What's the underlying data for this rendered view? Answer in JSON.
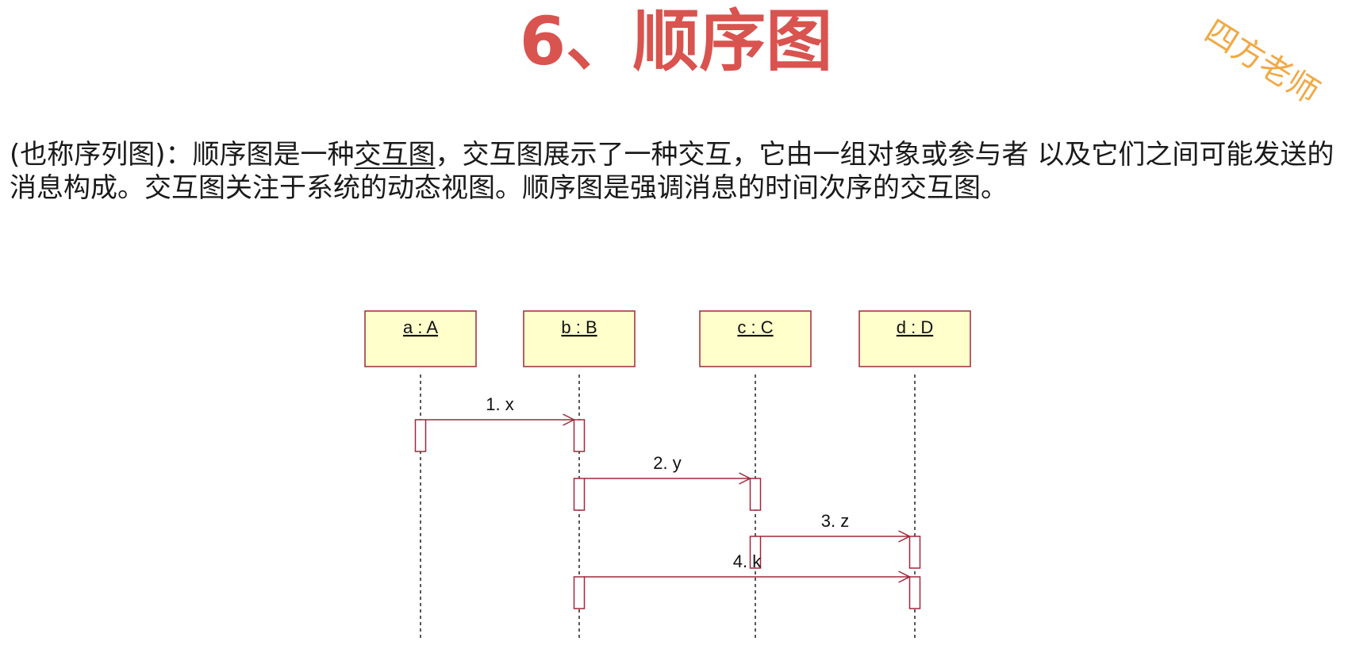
{
  "page": {
    "title": "6、顺序图",
    "watermark": "四方老师",
    "description": {
      "part1": "(也称序列图)：顺序图是一种",
      "underlined": "交互图",
      "part2": "，交互图展示了一种交互，它由一组对象或参与者 以及它们之间可能发送的消息构成。交互图关注于系统的动态视图。顺序图是强调消息的时间次序的交互图。"
    }
  },
  "diagram": {
    "colors": {
      "object_fill": "#ffffcc",
      "object_border": "#a0283c",
      "message_line": "#a0283c",
      "lifeline": "#222222",
      "label": "#111111"
    },
    "objects": [
      {
        "id": "a",
        "label": "a : A"
      },
      {
        "id": "b",
        "label": "b : B"
      },
      {
        "id": "c",
        "label": "c : C"
      },
      {
        "id": "d",
        "label": "d : D"
      }
    ],
    "messages": [
      {
        "seq": 1,
        "label": "1. x",
        "from": "a",
        "to": "b"
      },
      {
        "seq": 2,
        "label": "2. y",
        "from": "b",
        "to": "c"
      },
      {
        "seq": 3,
        "label": "3. z",
        "from": "c",
        "to": "d"
      },
      {
        "seq": 4,
        "label": "4. k",
        "from": "b",
        "to": "d"
      }
    ]
  }
}
